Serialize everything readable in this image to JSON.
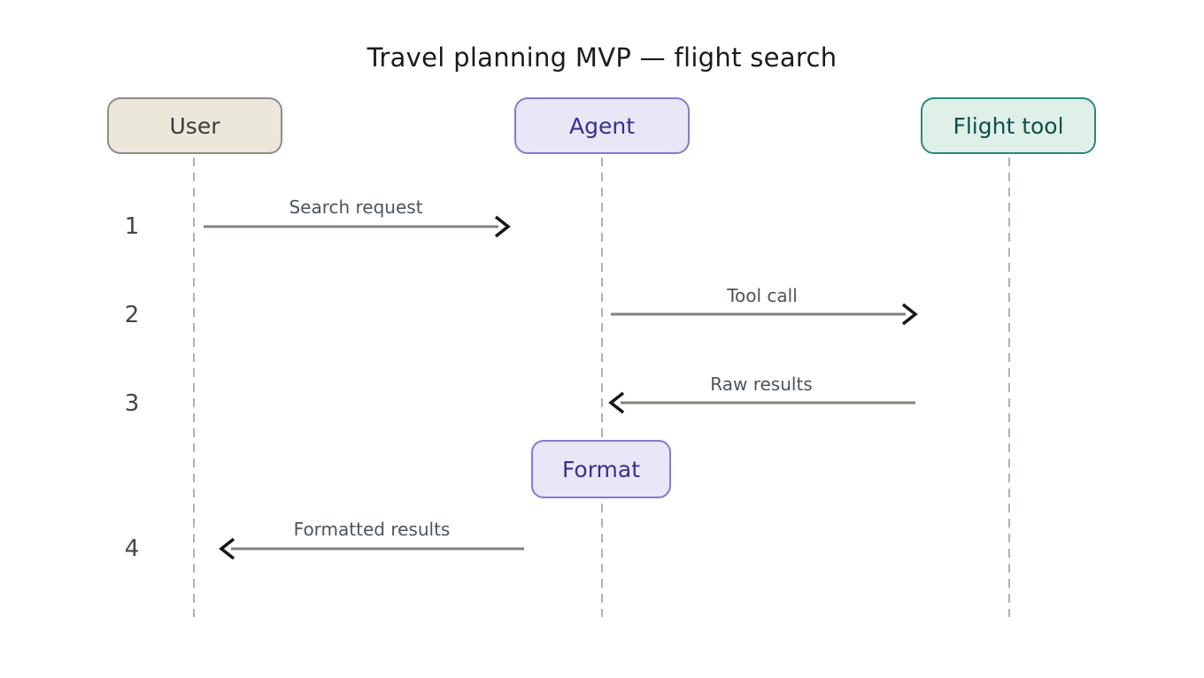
{
  "title": "Travel planning MVP — flight search",
  "actors": [
    {
      "name": "User",
      "fill": "#ece7db",
      "border": "#8f8d87",
      "text_color": "#3b3b3b"
    },
    {
      "name": "Agent",
      "fill": "#e9e6f8",
      "border": "#837cce",
      "text_color": "#37308f"
    },
    {
      "name": "Flight tool",
      "fill": "#dff0e8",
      "border": "#2b897b",
      "text_color": "#0d4f49"
    }
  ],
  "steps": [
    {
      "num": "1",
      "label": "Search request",
      "from": "User",
      "to": "Agent",
      "direction": "right"
    },
    {
      "num": "2",
      "label": "Tool call",
      "from": "Agent",
      "to": "Flight tool",
      "direction": "right"
    },
    {
      "num": "3",
      "label": "Raw results",
      "from": "Flight tool",
      "to": "Agent",
      "direction": "left"
    },
    {
      "num": "4",
      "label": "Formatted results",
      "from": "Agent",
      "to": "User",
      "direction": "left"
    }
  ],
  "self_action": {
    "label": "Format",
    "actor": "Agent"
  },
  "colors": {
    "arrow_line": "#82827c",
    "arrow_head": "#161616",
    "lifeline": "#b7b1a6",
    "label_text": "#4d545c",
    "number_text": "#454545",
    "title_text": "#1b1b1b",
    "background": "#ffffff"
  }
}
